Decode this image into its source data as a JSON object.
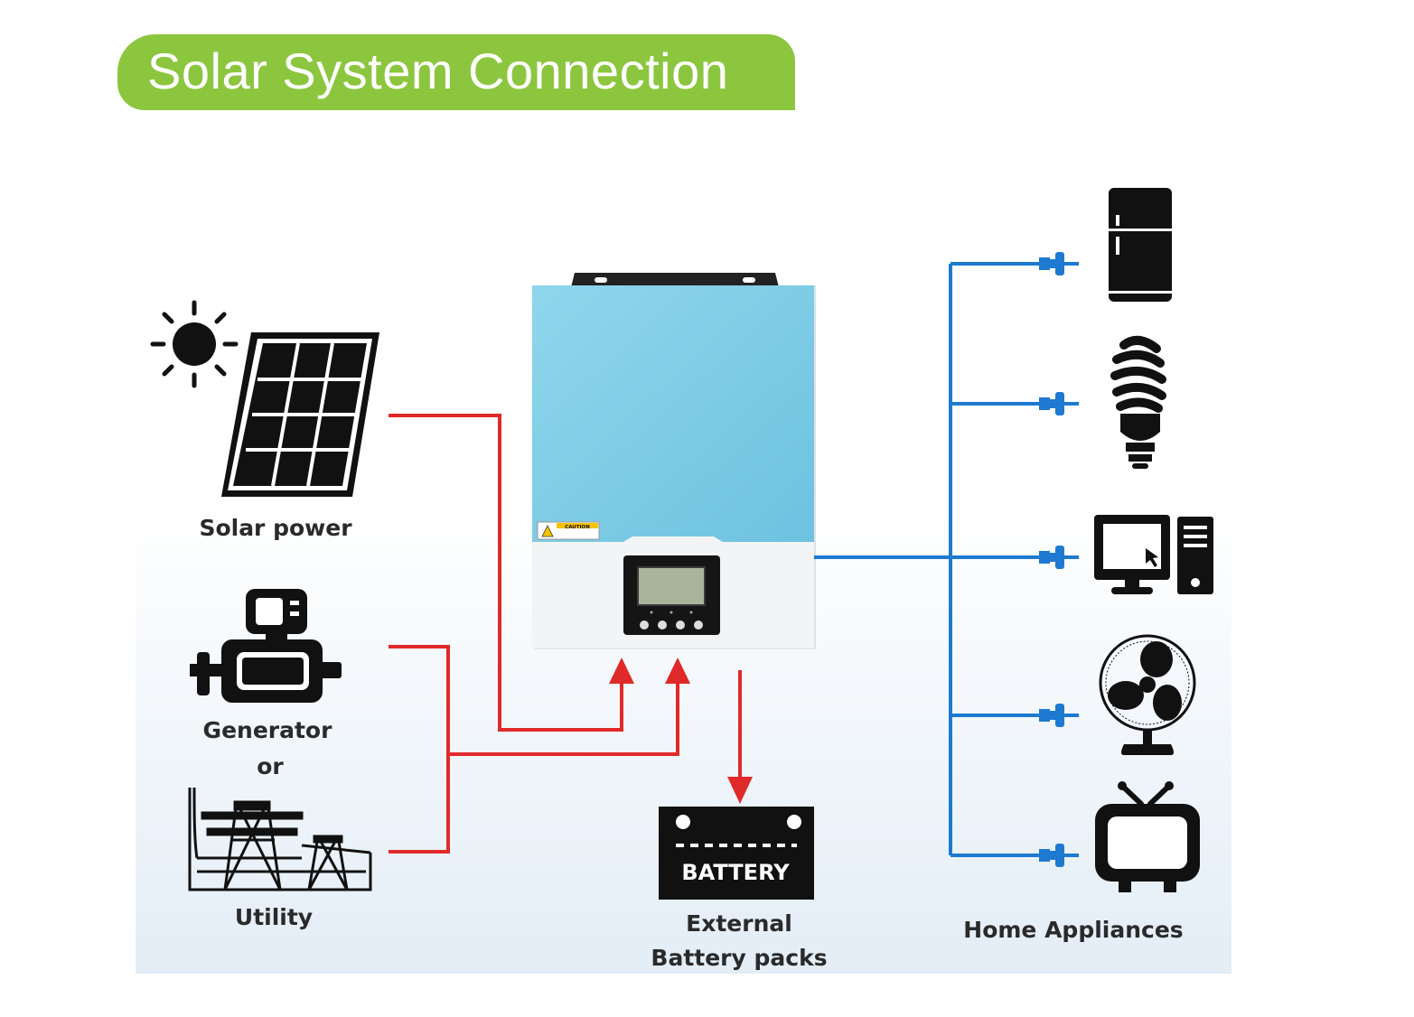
{
  "title": "Solar System Connection",
  "colors": {
    "banner": "#8cc63f",
    "dc_lines": "#e02a2a",
    "ac_lines": "#1e7ad0",
    "inverter_top": "#80cfe6",
    "inverter_bottom": "#f2f3f4"
  },
  "sources": {
    "solar": {
      "label": "Solar power",
      "icon": "solar-panel-icon"
    },
    "generator": {
      "label": "Generator",
      "icon": "generator-icon"
    },
    "or": "or",
    "utility": {
      "label": "Utility",
      "icon": "power-tower-icon"
    }
  },
  "inverter": {
    "caution_label": "CAUTION",
    "icon": "inverter-icon"
  },
  "battery": {
    "icon_text": "BATTERY",
    "label_line1": "External",
    "label_line2": "Battery packs"
  },
  "appliances": {
    "label": "Home Appliances",
    "items": [
      "refrigerator-icon",
      "cfl-bulb-icon",
      "computer-icon",
      "fan-icon",
      "tv-icon"
    ]
  }
}
